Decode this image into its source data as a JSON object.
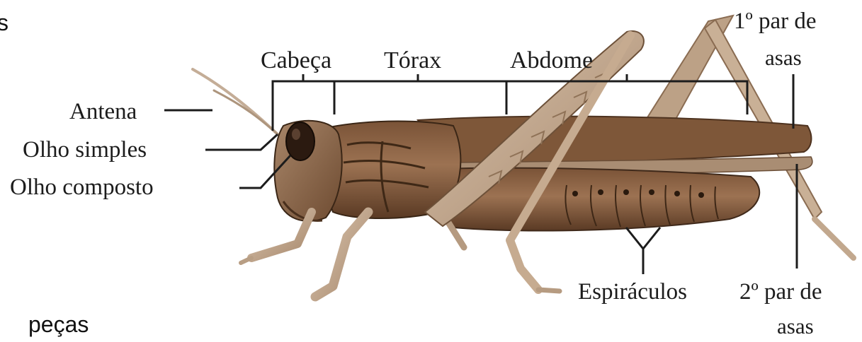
{
  "fragments": {
    "top_left": "s",
    "bottom_left": "peças"
  },
  "sections": {
    "head": "Cabeça",
    "thorax": "Tórax",
    "abdomen": "Abdome"
  },
  "labels": {
    "antenna": "Antena",
    "simple_eye": "Olho simples",
    "compound_eye": "Olho composto",
    "spiracles": "Espiráculos",
    "wing_pair_1_line1": "1º par de",
    "wing_pair_1_line2": "asas",
    "wing_pair_2_line1": "2º par de",
    "wing_pair_2_line2": "asas"
  },
  "colors": {
    "body_dark": "#5e3b24",
    "body_mid": "#8b6344",
    "body_light": "#b49277",
    "leg": "#c2a88e",
    "line": "#1c1c1c"
  }
}
